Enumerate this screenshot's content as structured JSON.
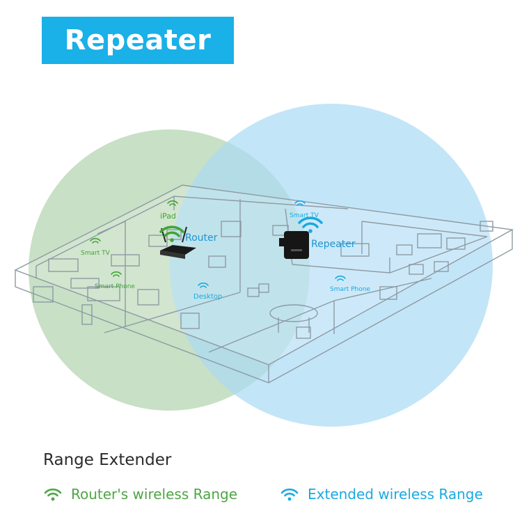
{
  "banner": {
    "title": "Repeater"
  },
  "devices": {
    "router": "Router",
    "repeater": "Repeater",
    "ipad": "iPad",
    "smart_tv_left": "Smart TV",
    "smart_tv_right": "Smart TV",
    "smart_phone_left": "Smart Phone",
    "smart_phone_right": "Smart Phone",
    "desktop": "Desktop"
  },
  "subtitle": "Range Extender",
  "legend": {
    "router_range": "Router's wireless Range",
    "extended_range": "Extended wireless Range"
  },
  "colors": {
    "banner": "#1ab0e8",
    "router_green": "#4ea544",
    "extender_blue": "#1aa9e0",
    "green_circle": "#b6d6b1",
    "blue_circle": "#a9daf5"
  },
  "icons": [
    "wifi-icon",
    "router-device",
    "repeater-device"
  ]
}
